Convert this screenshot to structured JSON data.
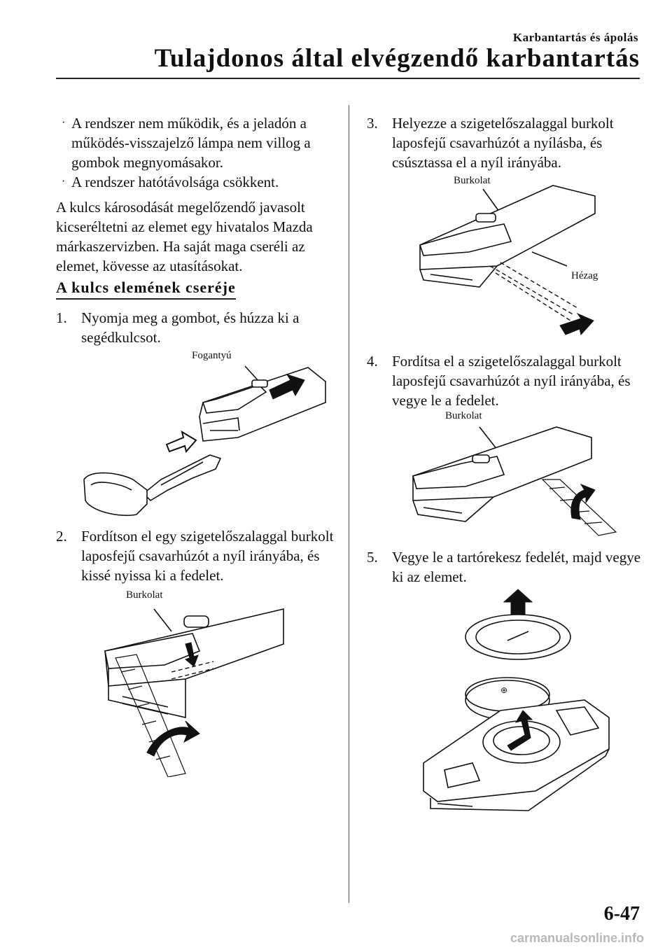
{
  "header": {
    "section": "Karbantartás és ápolás",
    "title": "Tulajdonos által elvégzendő karbantartás"
  },
  "left": {
    "bullets": [
      "A rendszer nem működik, és a jeladón a működés-visszajelző lámpa nem villog a gombok megnyomásakor.",
      "A rendszer hatótávolsága csökkent."
    ],
    "paragraph": "A kulcs károsodását megelőzendő javasolt kicseréltetni az elemet egy hivatalos Mazda márkaszervizben. Ha saját maga cseréli az elemet, kövesse az utasításokat.",
    "subheading": "A kulcs elemének cseréje",
    "steps": [
      {
        "num": "1.",
        "text": "Nyomja meg a gombot, és húzza ki a segédkulcsot.",
        "label": "Fogantyú"
      },
      {
        "num": "2.",
        "text": "Fordítson el egy szigetelőszalaggal burkolt laposfejű csavarhúzót a nyíl irányába, és kissé nyissa ki a fedelet.",
        "label": "Burkolat"
      }
    ]
  },
  "right": {
    "steps": [
      {
        "num": "3.",
        "text": "Helyezze a szigetelőszalaggal burkolt laposfejű csavarhúzót a nyílásba, és csúsztassa el a nyíl irányába.",
        "label": "Burkolat",
        "label2": "Hézag"
      },
      {
        "num": "4.",
        "text": "Fordítsa el a szigetelőszalaggal burkolt laposfejű csavarhúzót a nyíl irányába, és vegye le a fedelet.",
        "label": "Burkolat"
      },
      {
        "num": "5.",
        "text": "Vegye le a tartórekesz fedelét, majd vegye ki az elemet."
      }
    ]
  },
  "footer": {
    "page_number": "6-47",
    "watermark": "carmanualsonline.info"
  }
}
